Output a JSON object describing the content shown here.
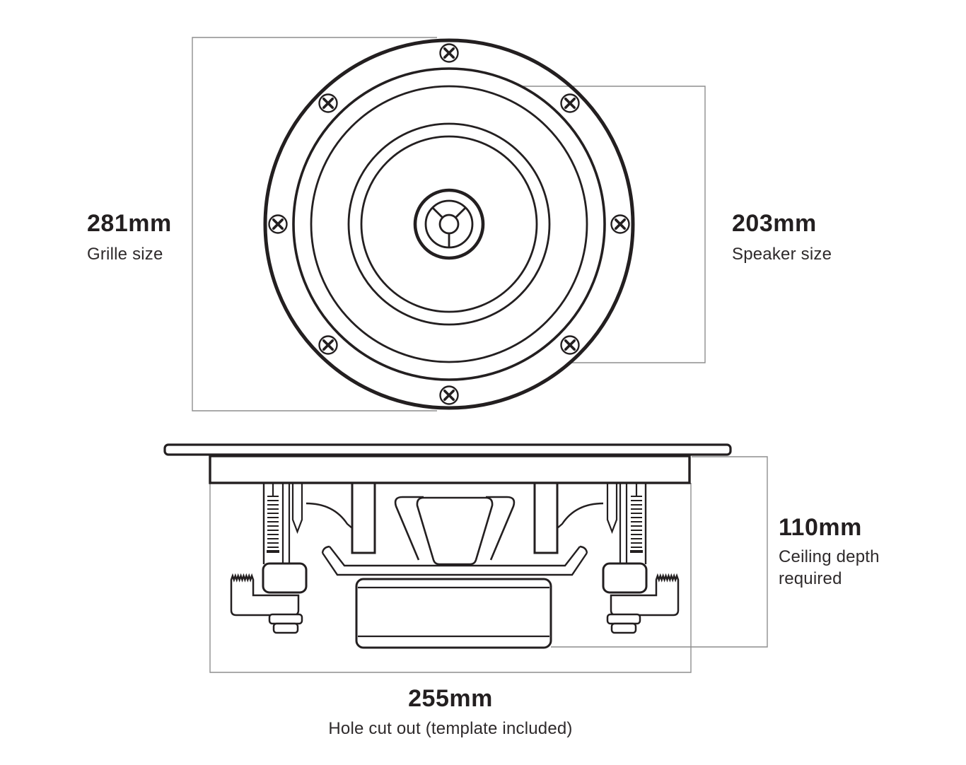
{
  "dimensions": {
    "grille": {
      "value": "281mm",
      "label": "Grille size"
    },
    "speaker": {
      "value": "203mm",
      "label": "Speaker size"
    },
    "ceiling_depth": {
      "value": "110mm",
      "label": "Ceiling depth required"
    },
    "hole_cutout": {
      "value": "255mm",
      "label": "Hole cut out (template included)"
    }
  },
  "colors": {
    "line": "#231f20",
    "dim_line": "#8e8e8e",
    "text": "#231f20",
    "background": "#ffffff"
  }
}
